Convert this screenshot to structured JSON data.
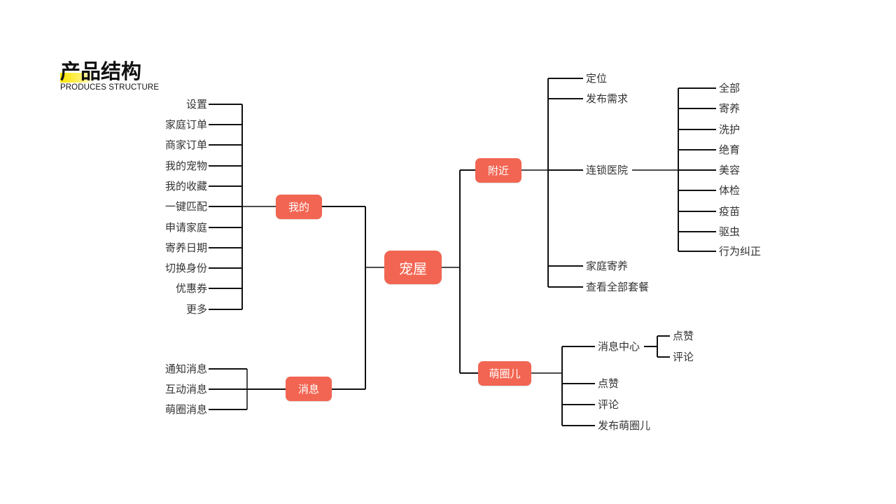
{
  "header": {
    "title": "产品结构",
    "subtitle": "PRODUCES STRUCTURE"
  },
  "colors": {
    "node_fill": "#f26552",
    "line": "#111111",
    "highlight": "#ffe600"
  },
  "root": {
    "label": "宠屋"
  },
  "branches": {
    "mine": {
      "label": "我的",
      "children": [
        "设置",
        "家庭订单",
        "商家订单",
        "我的宠物",
        "我的收藏",
        "一键匹配",
        "申请家庭",
        "寄养日期",
        "切换身份",
        "优惠券",
        "更多"
      ]
    },
    "messages": {
      "label": "消息",
      "children": [
        "通知消息",
        "互动消息",
        "萌圈消息"
      ]
    },
    "nearby": {
      "label": "附近",
      "children": [
        "定位",
        "发布需求",
        "连锁医院",
        "家庭寄养",
        "查看全部套餐"
      ],
      "hospital_children": [
        "全部",
        "寄养",
        "洗护",
        "绝育",
        "美容",
        "体检",
        "疫苗",
        "驱虫",
        "行为纠正"
      ]
    },
    "circle": {
      "label": "萌圈儿",
      "children": [
        "消息中心",
        "点赞",
        "评论",
        "发布萌圈儿"
      ],
      "message_center_children": [
        "点赞",
        "评论"
      ]
    }
  }
}
